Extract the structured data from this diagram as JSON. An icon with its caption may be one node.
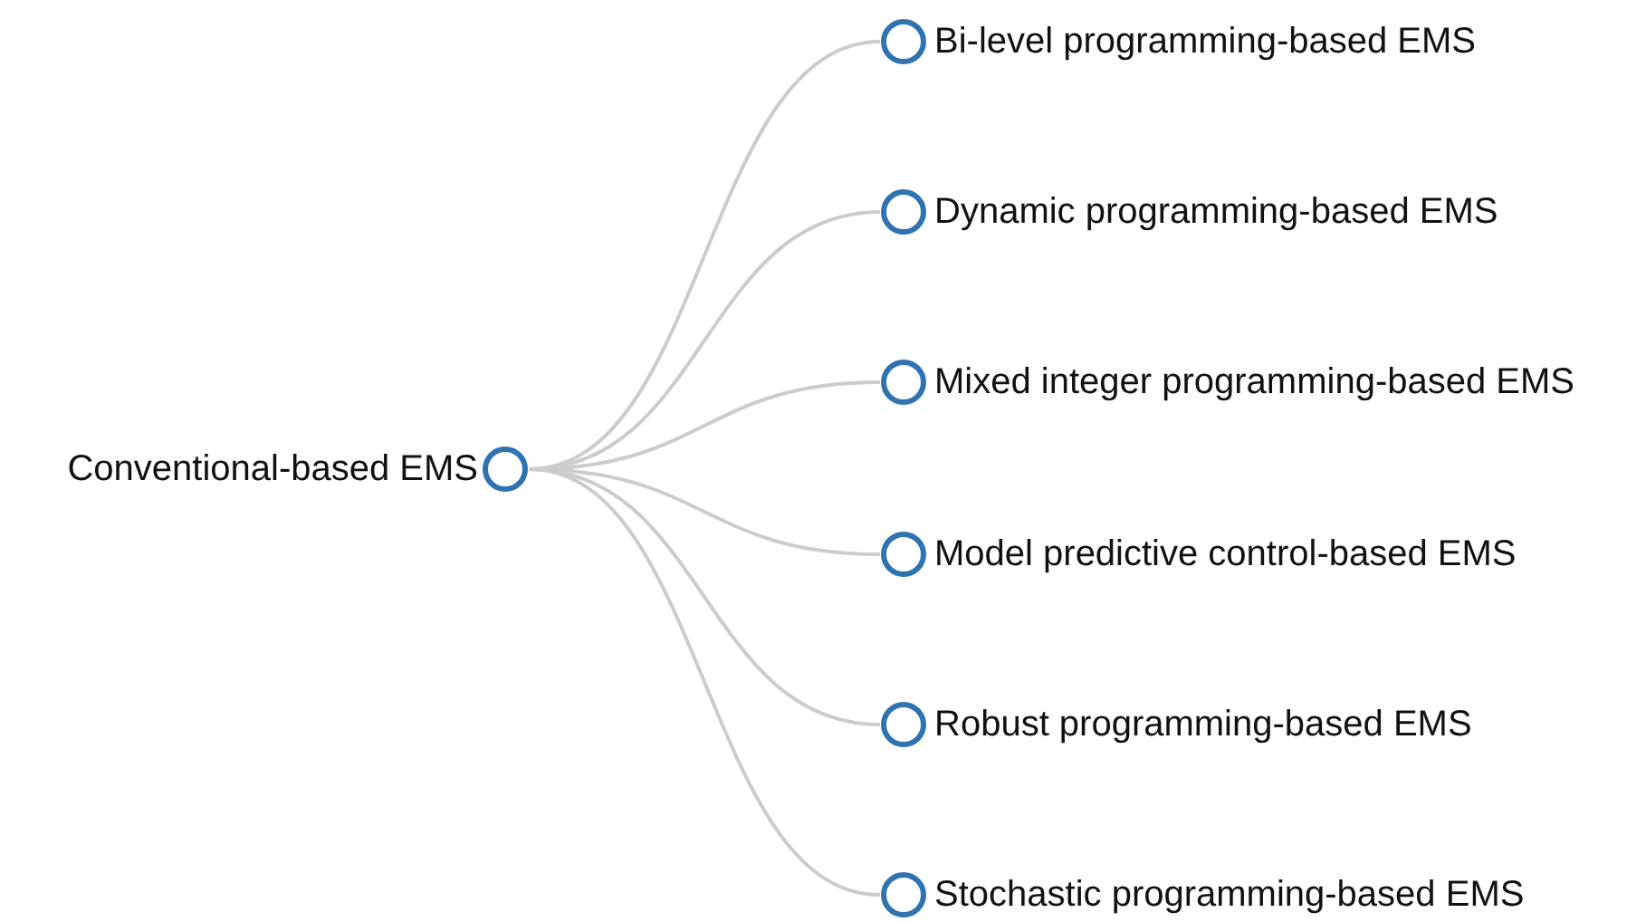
{
  "diagram": {
    "nodes": [
      {
        "text": [
          "Conventional-based EMS"
        ]
      },
      {
        "text": [
          "Bi-level programming-based EMS"
        ]
      },
      {
        "text": [
          "Dynamic programming-based EMS"
        ]
      },
      {
        "text": [
          "Mixed integer programming-based EMS"
        ]
      },
      {
        "text": [
          "Model predictive control-based EMS"
        ]
      },
      {
        "text": [
          "Robust programming-based EMS"
        ]
      },
      {
        "text": [
          "Stochastic programming-based EMS"
        ]
      }
    ],
    "edges": [
      {
        "from": 0,
        "to": 1,
        "arrow": "none"
      },
      {
        "from": 0,
        "to": 2,
        "arrow": "none"
      },
      {
        "from": 0,
        "to": 3,
        "arrow": "none"
      },
      {
        "from": 0,
        "to": 4,
        "arrow": "none"
      },
      {
        "from": 0,
        "to": 5,
        "arrow": "none"
      },
      {
        "from": 0,
        "to": 6,
        "arrow": "none"
      }
    ]
  }
}
